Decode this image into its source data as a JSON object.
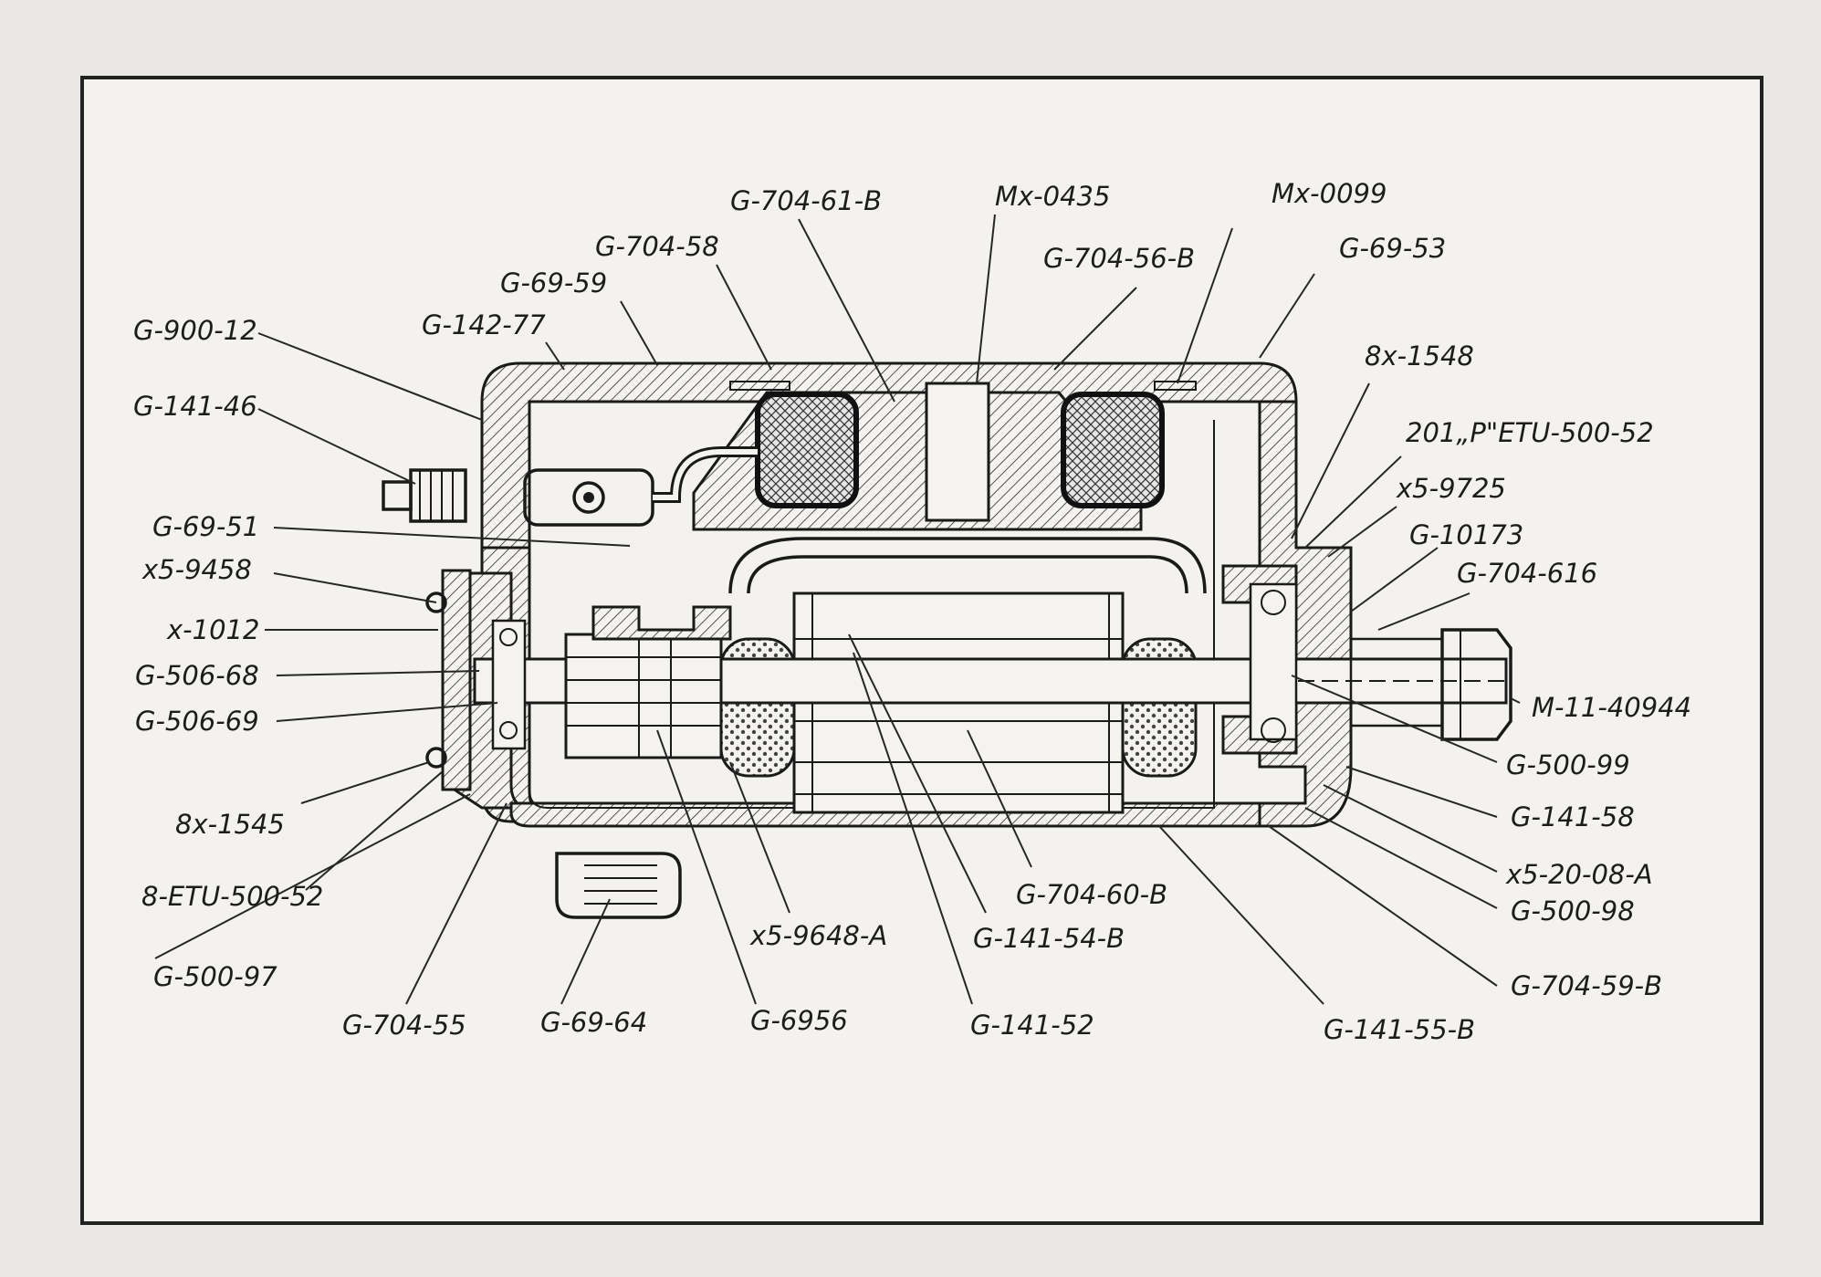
{
  "diagram": {
    "labels": [
      {
        "id": "G-900-12",
        "text": "G-900-12"
      },
      {
        "id": "G-141-46",
        "text": "G-141-46"
      },
      {
        "id": "G-69-51",
        "text": "G-69-51"
      },
      {
        "id": "x5-9458",
        "text": "x5-9458"
      },
      {
        "id": "x-1012",
        "text": "x-1012"
      },
      {
        "id": "G-506-68",
        "text": "G-506-68"
      },
      {
        "id": "G-506-69",
        "text": "G-506-69"
      },
      {
        "id": "8x-1545",
        "text": "8x-1545"
      },
      {
        "id": "8-ETU-500-52",
        "text": "8-ETU-500-52"
      },
      {
        "id": "G-500-97",
        "text": "G-500-97"
      },
      {
        "id": "G-704-55",
        "text": "G-704-55"
      },
      {
        "id": "G-69-64",
        "text": "G-69-64"
      },
      {
        "id": "G-6956",
        "text": "G-6956"
      },
      {
        "id": "x5-9648-A",
        "text": "x5-9648-A"
      },
      {
        "id": "G-141-52",
        "text": "G-141-52"
      },
      {
        "id": "G-141-54-B",
        "text": "G-141-54-B"
      },
      {
        "id": "G-704-60-B",
        "text": "G-704-60-B"
      },
      {
        "id": "G-141-55-B",
        "text": "G-141-55-B"
      },
      {
        "id": "G-704-59-B",
        "text": "G-704-59-B"
      },
      {
        "id": "G-500-98",
        "text": "G-500-98"
      },
      {
        "id": "x5-20-08-A",
        "text": "x5-20-08-A"
      },
      {
        "id": "G-141-58",
        "text": "G-141-58"
      },
      {
        "id": "G-500-99",
        "text": "G-500-99"
      },
      {
        "id": "M-11-40944",
        "text": "M-11-40944"
      },
      {
        "id": "G-704-616",
        "text": "G-704-616"
      },
      {
        "id": "G-10173",
        "text": "G-10173"
      },
      {
        "id": "x5-9725",
        "text": "x5-9725"
      },
      {
        "id": "201P-ETU-500-52",
        "text": "201„P\"ETU-500-52"
      },
      {
        "id": "8x-1548",
        "text": "8x-1548"
      },
      {
        "id": "G-69-53",
        "text": "G-69-53"
      },
      {
        "id": "Mx-0099",
        "text": "Mx-0099"
      },
      {
        "id": "G-704-56-B",
        "text": "G-704-56-B"
      },
      {
        "id": "Mx-0435",
        "text": "Mx-0435"
      },
      {
        "id": "G-704-61-B",
        "text": "G-704-61-B"
      },
      {
        "id": "G-704-58",
        "text": "G-704-58"
      },
      {
        "id": "G-69-59",
        "text": "G-69-59"
      },
      {
        "id": "G-142-77",
        "text": "G-142-77"
      }
    ]
  }
}
